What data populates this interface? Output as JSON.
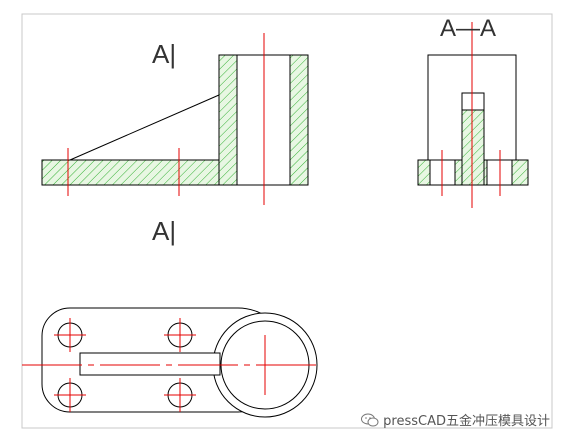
{
  "labels": {
    "section_top": "A|",
    "section_bottom": "A|",
    "section_view": "A—A"
  },
  "watermark": {
    "icon": "wechat-icon",
    "text": "pressCAD五金冲压模具设计"
  },
  "colors": {
    "outline": "#000000",
    "centerline": "#e60000",
    "hatch": "#33b033",
    "hatch_fill": "#e8f7e3",
    "frame": "#c8c8c8"
  }
}
